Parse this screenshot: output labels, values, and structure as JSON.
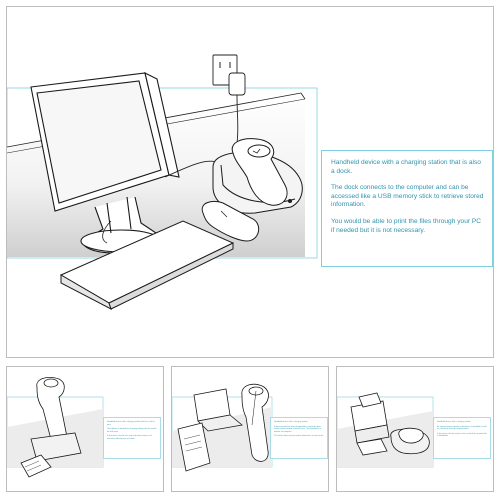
{
  "main": {
    "caption": {
      "para1": "Handheld device with a charging station that is also a dock.",
      "para2": "The dock connects to the computer and can be accessed like a USB memory stick to retrieve stored information.",
      "para3": "You would be able to print the files through your PC if needed but it is not necessary."
    }
  },
  "thumbnails": [
    {
      "para1": "Handheld device with a charging station that has a slot to print.",
      "para2": "Once device is docked the charging station print the results for both uses.",
      "para3": "In this photo, the line of a strip and some pictures, the reference will look print out sheet."
    },
    {
      "para1": "Handheld device with a charging station.",
      "para2": "It does not print but when plugged into a computer, data results can be viewed, stored or sent. The download is a popular on computer.",
      "para3": "The device does not print patient information or test results."
    },
    {
      "para1": "Handheld device with a charging station.",
      "para2": "An external printer specific to the device is provided as well as a docking, sharing charging station.",
      "para3": "In this photo, the line of print is the result of the printout that is distributed."
    }
  ],
  "colors": {
    "accent": "#7fd0de",
    "caption_text": "#2f93ad",
    "line": "#1a1a1a"
  }
}
